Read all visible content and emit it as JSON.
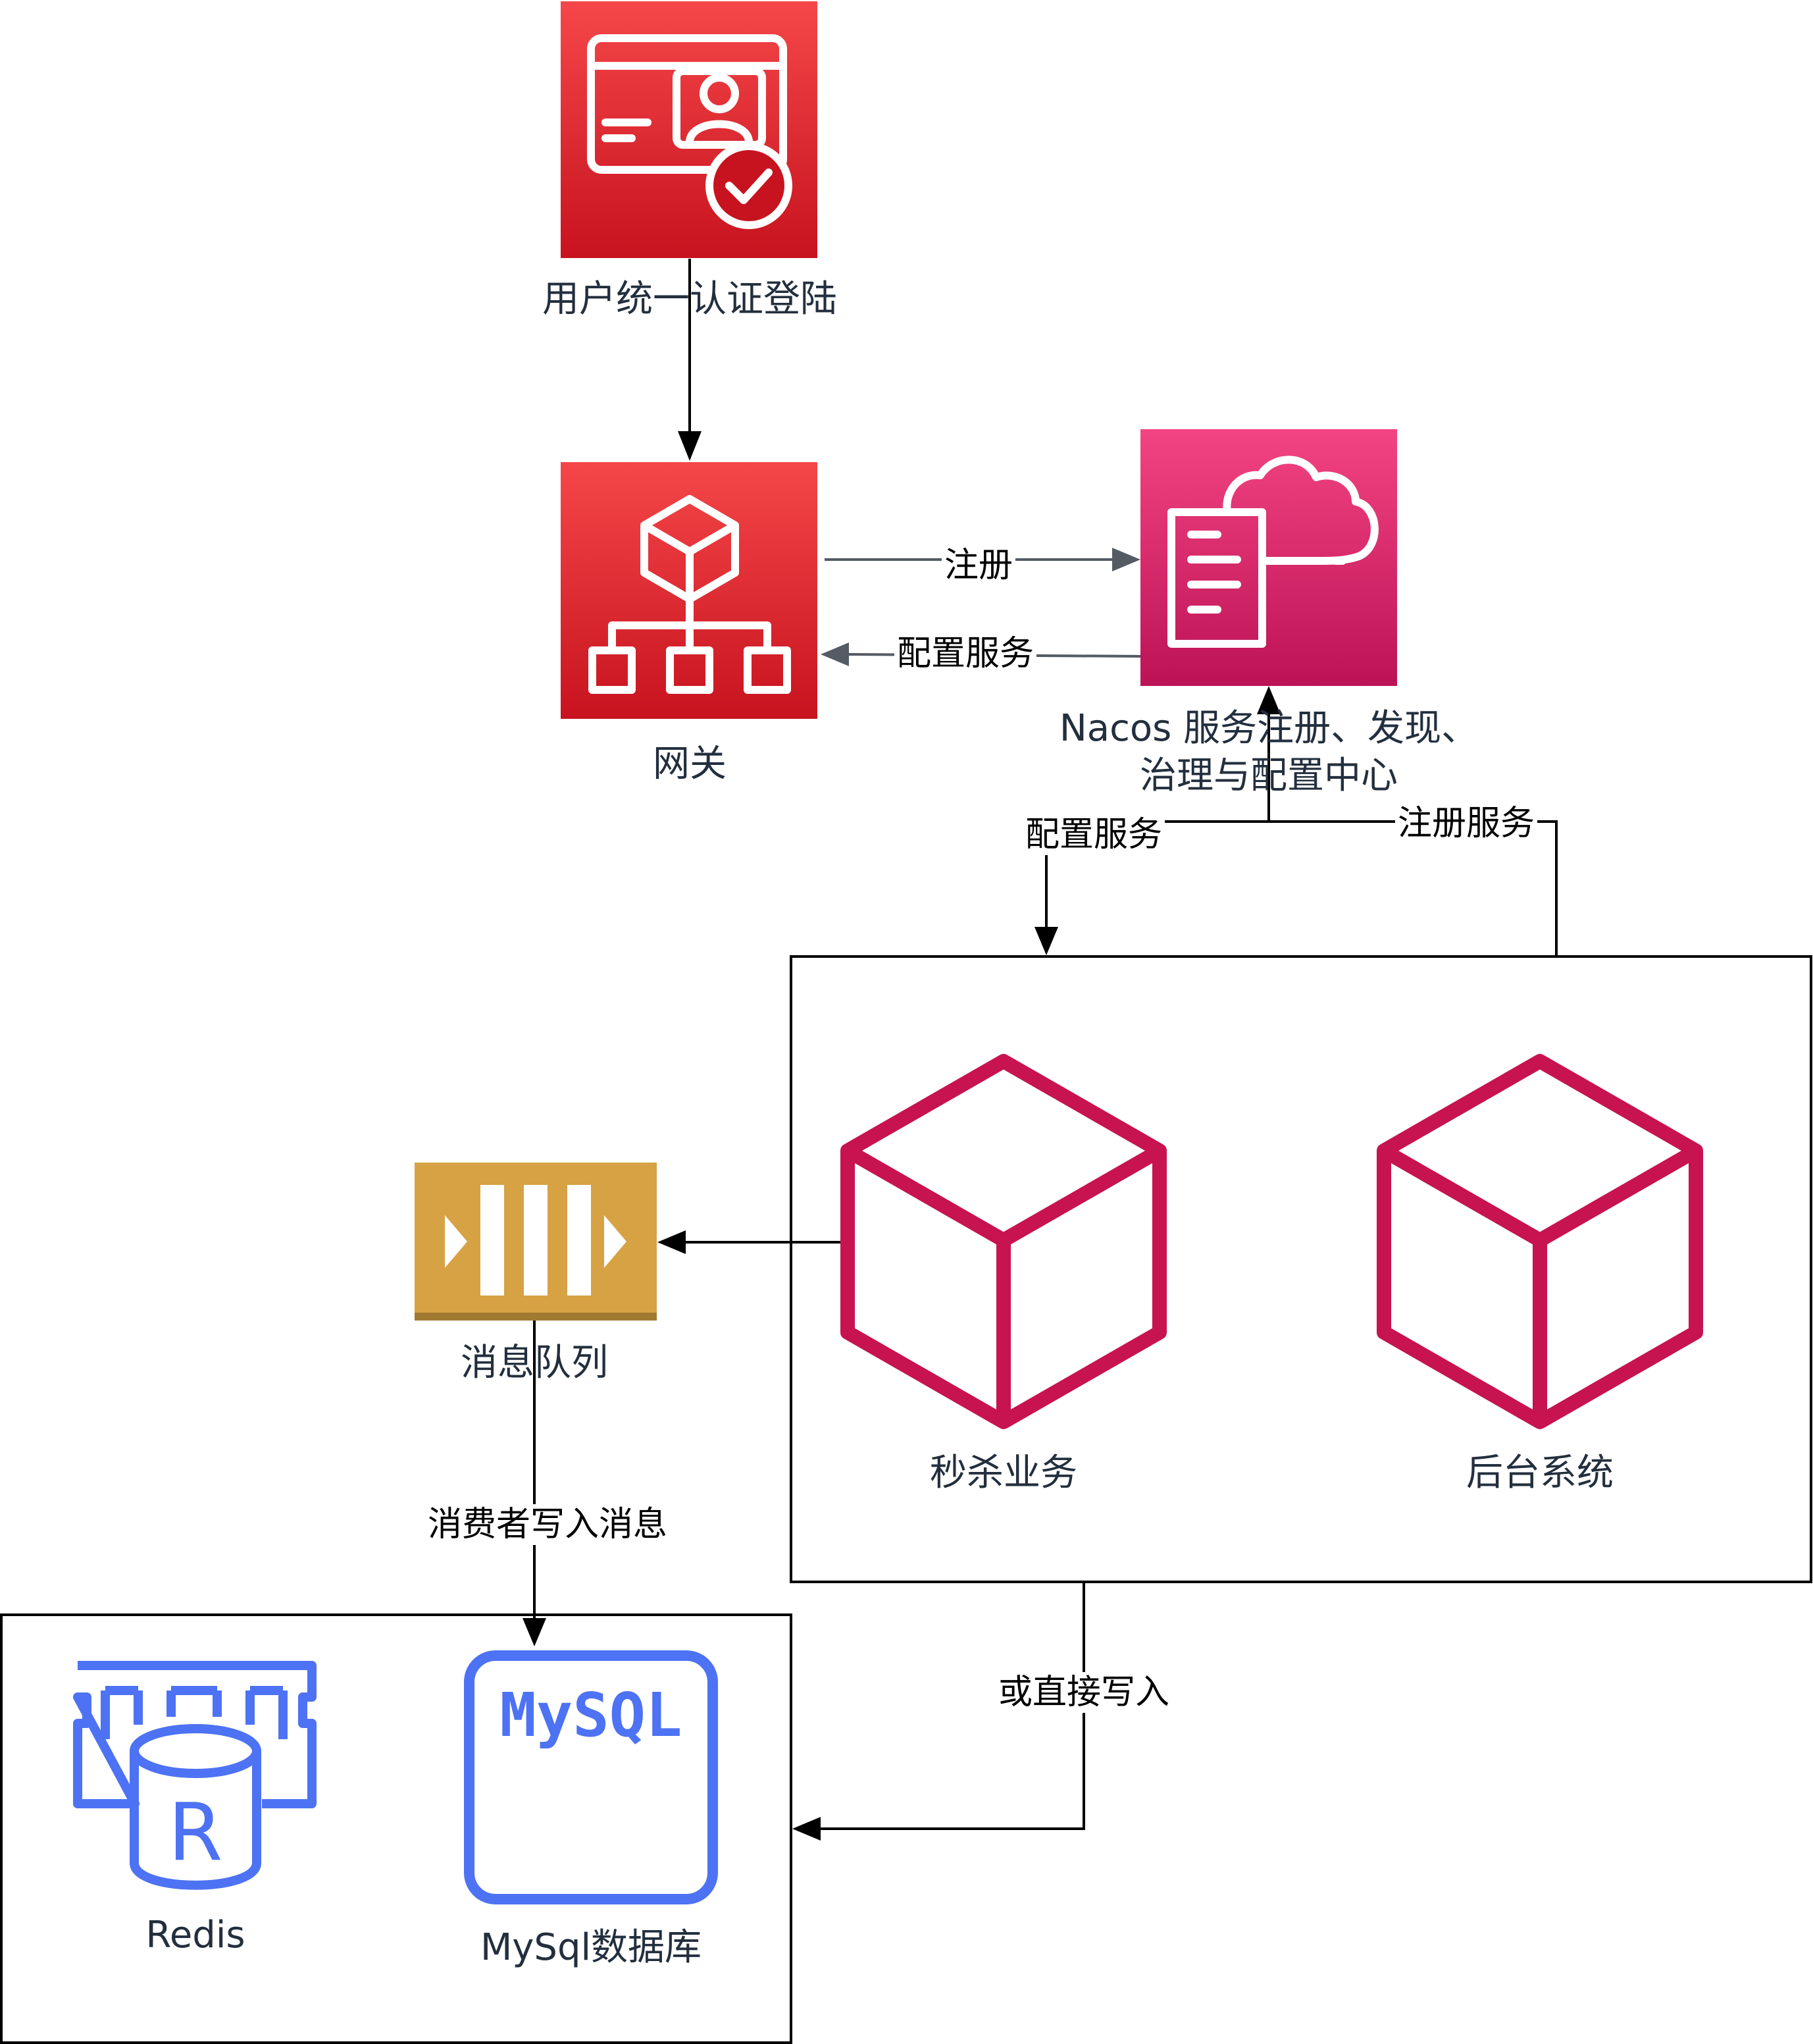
{
  "nodes": {
    "auth": {
      "label": "用户统一认证登陆",
      "icon": "identity-card-check-icon",
      "color_top": "#f54749",
      "color_bottom": "#c7131f"
    },
    "gateway": {
      "label": "网关",
      "icon": "api-gateway-icon",
      "color_top": "#f54749",
      "color_bottom": "#c7131f"
    },
    "nacos": {
      "label_line1": "Nacos 服务注册、发现、",
      "label_line2": "治理与配置中心",
      "icon": "cloud-config-icon",
      "color_top": "#f34482",
      "color_bottom": "#bc1356"
    },
    "seckill": {
      "label": "秒杀业务",
      "icon": "cube-icon",
      "color": "#c7134f"
    },
    "backend": {
      "label": "后台系统",
      "icon": "cube-icon",
      "color": "#c7134f"
    },
    "mq": {
      "label": "消息队列",
      "icon": "message-queue-icon",
      "color": "#d6a243"
    },
    "redis": {
      "label": "Redis",
      "icon": "redis-icon",
      "icon_letter": "R",
      "color": "#4d72f3"
    },
    "mysql": {
      "label": "MySql数据库",
      "icon": "mysql-icon",
      "icon_text": "MySQL",
      "color": "#4d72f3"
    }
  },
  "edges": {
    "register": "注册",
    "config_to_gateway": "配置服务",
    "config_to_services": "配置服务",
    "register_services": "注册服务",
    "consumer_write": "消费者写入消息",
    "direct_write": "或直接写入"
  }
}
